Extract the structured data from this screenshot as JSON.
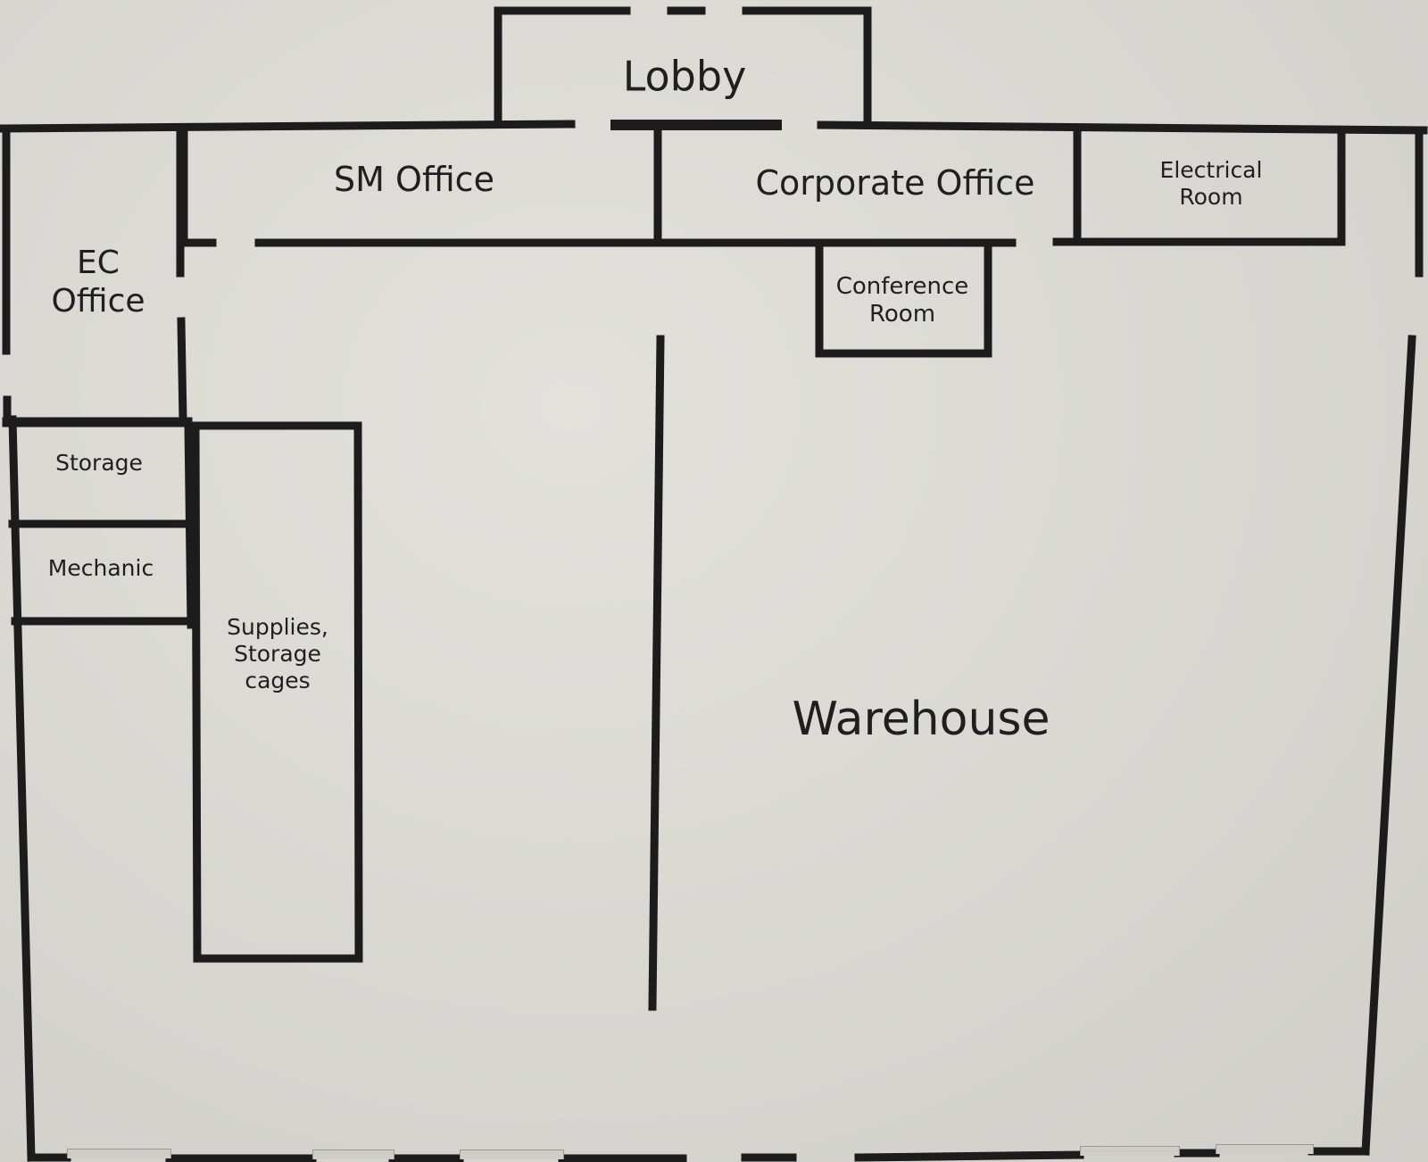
{
  "floor_plan": {
    "rooms": {
      "lobby": "Lobby",
      "sm_office": "SM Office",
      "corporate_office": "Corporate Office",
      "electrical_room": "Electrical\nRoom",
      "ec_office": "EC\nOffice",
      "conference_room": "Conference\nRoom",
      "storage": "Storage",
      "mechanic": "Mechanic",
      "supplies": "Supplies,\nStorage\ncages",
      "warehouse": "Warehouse"
    }
  }
}
